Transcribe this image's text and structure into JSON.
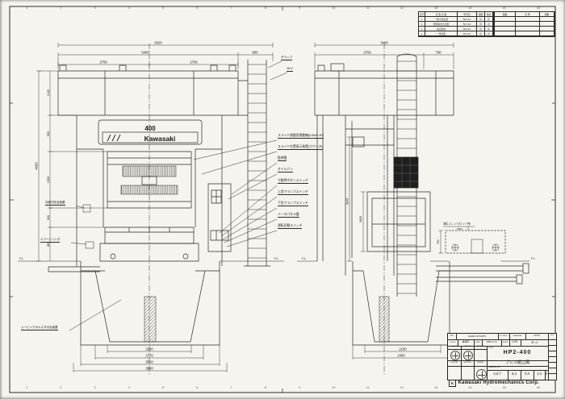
{
  "sheet": {
    "company": "Kawasaki Hydromechanics Corp.",
    "logo_mark": "K",
    "model": "HP2-400",
    "title_jp": "プレス組立図",
    "drawing_no_label": "DRAWING NO.",
    "drawing_no_groups": [
      "4,0,7",
      "8,4",
      "0,0",
      "1,0",
      "0"
    ],
    "con_no_label": "CON NO.",
    "con_no": "A147",
    "date_label": "DATE",
    "date": "1981.5.13",
    "scale_label": "SCALE",
    "scale": "1/20",
    "projection_symbol": "⊕ ◁",
    "name_of_parts_headers": [
      "NO.",
      "NAME OF PARTS",
      "NO. REQ'D",
      "MATERIAL",
      "NOTE"
    ],
    "sign_headers": [
      "CHK'D BY",
      "CHK'D BY",
      "APP'D BY"
    ],
    "title_label": "TITLE",
    "bottom_headers": [
      "DESIGN",
      "CHECKED",
      "DRAWN"
    ],
    "rev_col_label": "REV"
  },
  "revision_table": {
    "headers": [
      "記号",
      "変 更 記 事",
      "年月日",
      "検図",
      "承認"
    ],
    "rows": [
      [
        "1",
        "一部寸法変更",
        "56.6.10",
        "㊞",
        "㊞"
      ],
      [
        "2",
        "配管取合せ変更",
        "56.7.18",
        "㊞",
        "㊞"
      ],
      [
        "3",
        "注記追加",
        "56.8.21",
        "㊞",
        "㊞"
      ],
      [
        "4",
        "一部変更",
        "56.9.13",
        "㊞",
        "㊞"
      ]
    ]
  },
  "parts_table": {
    "headers": [
      "図番",
      "名  称",
      "個数"
    ]
  },
  "grid": {
    "numbers": [
      "1",
      "2",
      "3",
      "4",
      "5",
      "6",
      "7",
      "8",
      "9",
      "10",
      "11",
      "12",
      "13",
      "14",
      "15",
      "16"
    ]
  },
  "front_view": {
    "plate_number": "400",
    "logo_text": "Kawasaki",
    "top_dims": [
      "6320",
      "5400",
      "800",
      "2700",
      "2700"
    ],
    "left_total": "4600",
    "left_dims": [
      "1100",
      "900",
      "1500",
      "940",
      "850"
    ],
    "bottom_dims": [
      "2180",
      "2770",
      "3600",
      "3800"
    ]
  },
  "side_view": {
    "top_dims": [
      "3400",
      "2700",
      "700"
    ],
    "bottom_dims": [
      "2180",
      "2400"
    ],
    "height_dim": "3045",
    "cabinet_dim": "2600",
    "pit_height_dim": "750",
    "pit_width_dim": "2500",
    "pit_label": "油圧ユニット(ピット内)"
  },
  "labels": {
    "floor_line": "F.L",
    "ladder": "タラップ",
    "ladder_step": "25×2",
    "safety_device": "光線式安全装置",
    "air_cylinder": "エアーシリンダ",
    "moving_bolster": "ムービングボルスタ引出装置"
  },
  "callouts": [
    "スライド調整用電動機(5.5kW 4P)",
    "スライド位置表示装置(カウンタ)",
    "監視盤",
    "オイルパン",
    "寸動押ボタンスイッチ",
    "上型クランプスイッチ",
    "下型クランプスイッチ",
    "メータパネル盤",
    "運転切替スイッチ"
  ]
}
